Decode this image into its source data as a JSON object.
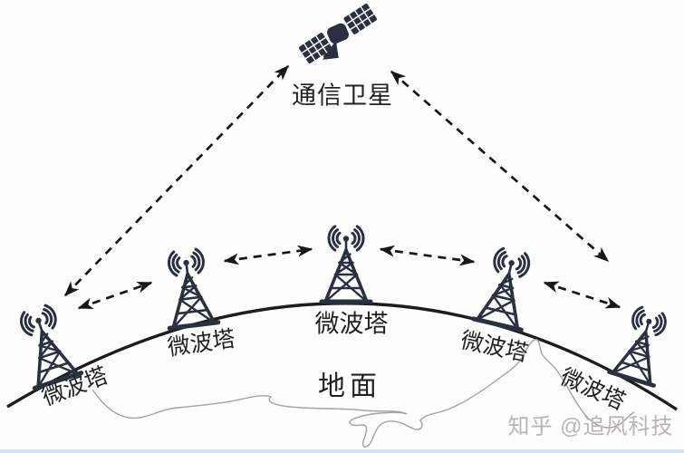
{
  "diagram": {
    "satellite": {
      "label": "通信卫星",
      "icon": "satellite-icon"
    },
    "towers": [
      {
        "label": "微波塔",
        "icon": "microwave-tower-icon"
      },
      {
        "label": "微波塔",
        "icon": "microwave-tower-icon"
      },
      {
        "label": "微波塔",
        "icon": "microwave-tower-icon"
      },
      {
        "label": "微波塔",
        "icon": "microwave-tower-icon"
      },
      {
        "label": "微波塔",
        "icon": "microwave-tower-icon"
      }
    ],
    "ground": {
      "label": "地面"
    },
    "links": [
      {
        "from": "tower-1",
        "to": "satellite",
        "style": "dashed-double-arrow"
      },
      {
        "from": "satellite",
        "to": "tower-5",
        "style": "dashed-double-arrow"
      },
      {
        "from": "tower-1",
        "to": "tower-2",
        "style": "dashed-double-arrow"
      },
      {
        "from": "tower-2",
        "to": "tower-3",
        "style": "dashed-double-arrow"
      },
      {
        "from": "tower-3",
        "to": "tower-4",
        "style": "dashed-double-arrow"
      },
      {
        "from": "tower-4",
        "to": "tower-5",
        "style": "dashed-double-arrow"
      }
    ],
    "watermark": {
      "text": "知乎 @追风科技"
    },
    "colors": {
      "icon_navy": "#2b3040",
      "arrow_black": "#181818",
      "ground_line": "#1d1d1d",
      "coastline_gray": "#a7a09d",
      "label_text": "#222222",
      "watermark_gray": "#b9b5b4",
      "bottom_strip_blue": "#cfe1f2",
      "background": "#fdfdfd"
    }
  }
}
